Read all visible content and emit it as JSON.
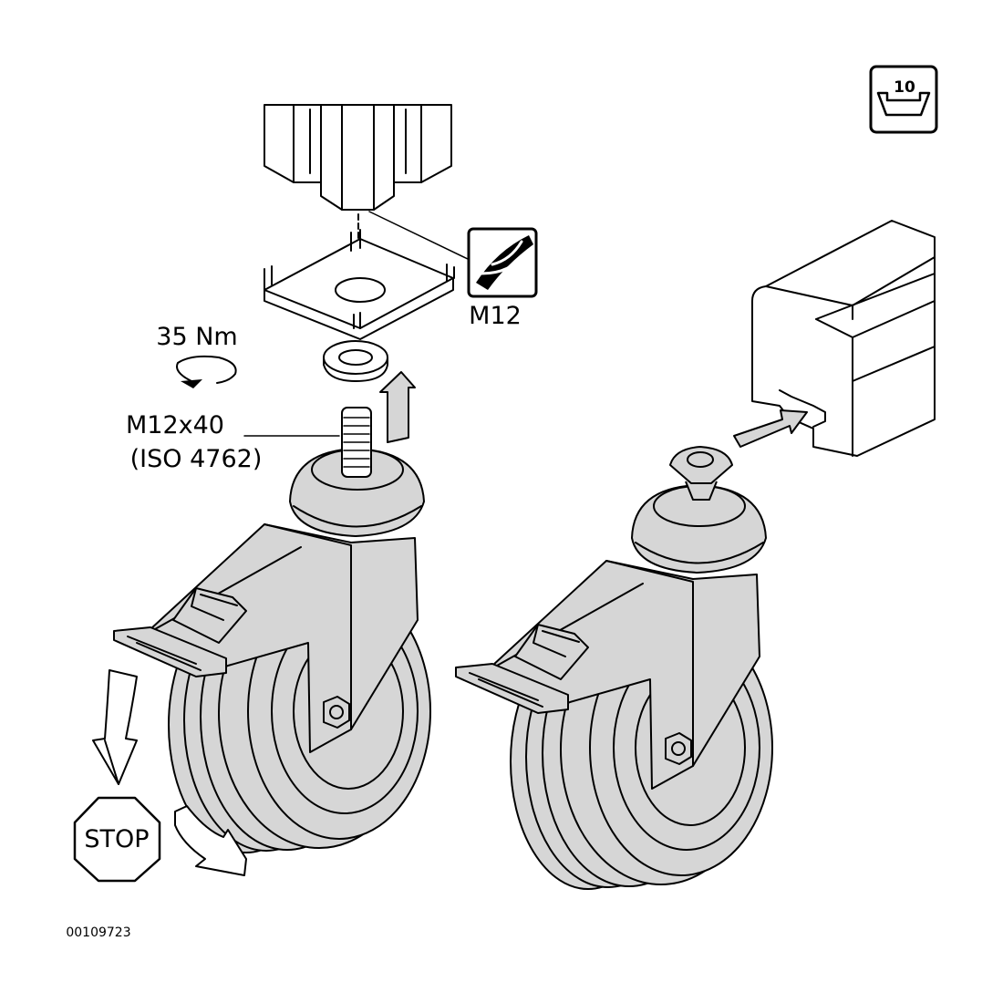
{
  "assembly_icon": {
    "count": "10"
  },
  "drill_icon": {
    "label": "M12"
  },
  "torque": {
    "label": "35 Nm"
  },
  "bolt": {
    "size": "M12x40",
    "standard": "(ISO 4762)"
  },
  "stop_sign": {
    "label": "STOP"
  },
  "drawing_number": "00109723",
  "colors": {
    "fill": "#d6d6d6",
    "line": "#000000",
    "background": "#ffffff"
  }
}
